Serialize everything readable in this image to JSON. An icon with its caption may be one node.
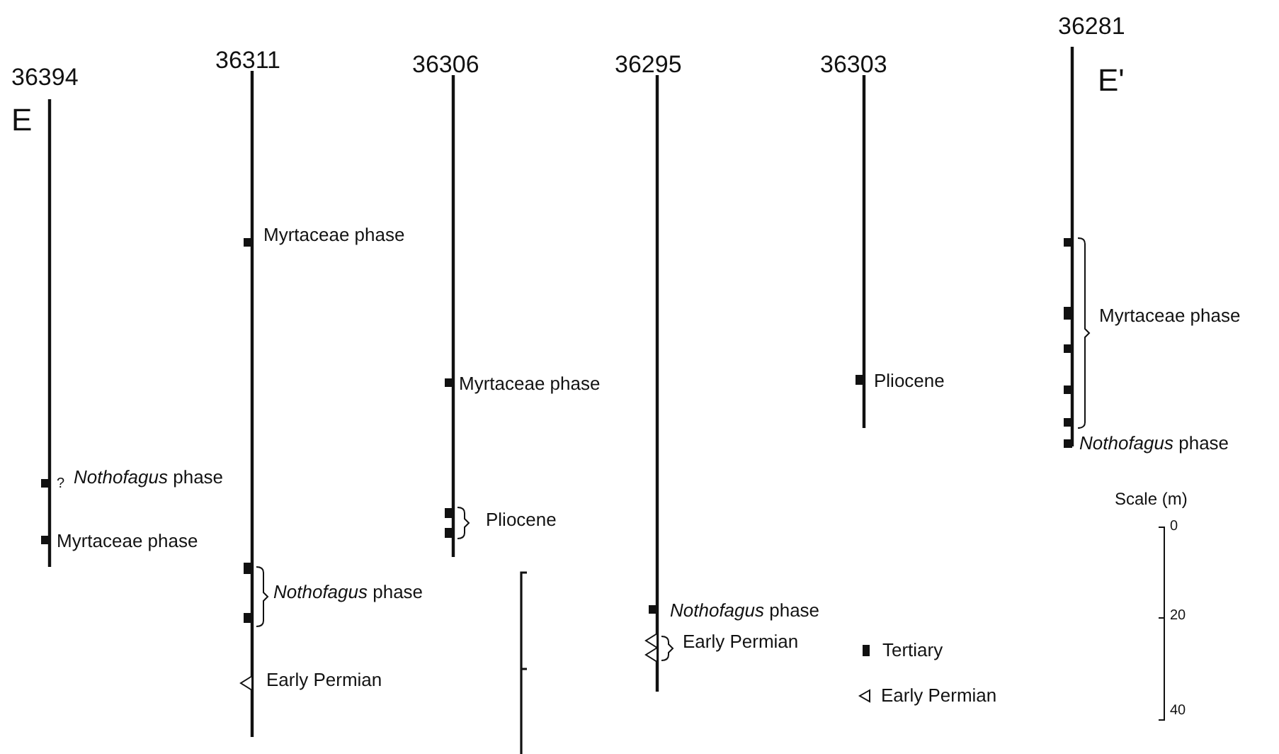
{
  "diagram": {
    "labels": [
      "36394",
      "E",
      "36311",
      "36306",
      "36295",
      "36303",
      "36281",
      "E'",
      "Myrtaceae phase",
      "?",
      "*Nothofagus* phase",
      "Myrtaceae phase",
      "*Nothofagus* phase",
      "Early Permian",
      "Myrtaceae phase",
      "Pliocene",
      "*Nothofagus* phase",
      "Early Permian",
      "Pliocene",
      "Myrtaceae phase",
      "*Nothofagus* phase",
      "Scale (m)",
      "0",
      "20",
      "40"
    ],
    "legend": [
      {
        "text": "Tertiary"
      },
      {
        "text": "Early Permian"
      }
    ]
  }
}
